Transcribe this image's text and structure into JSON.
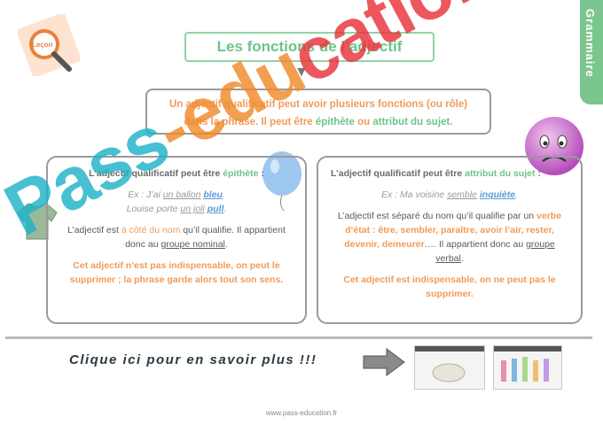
{
  "side_tab": {
    "label": "Grammaire"
  },
  "logo": {
    "text": "Leçon"
  },
  "title": "Les fonctions de l’adjectif",
  "intro": {
    "part1": "Un adjectif qualificatif peut avoir plusieurs fonctions (ou rôle)",
    "part2": "dans la phrase. Il peut être ",
    "epithete": "épithète",
    "ou": " ou ",
    "attribut": "attribut du sujet",
    "end": "."
  },
  "left_card": {
    "head_text": "L’adjectif qualificatif peut être ",
    "head_highlight": "épithète",
    "head_end": " :",
    "ex1_prefix": "Ex : J’ai ",
    "ex1_noun": "un ballon",
    "ex1_adj": "bleu",
    "ex1_end": ".",
    "ex2_prefix": "Louise porte ",
    "ex2_noun": "un joli",
    "ex2_adj": "pull",
    "ex2_end": ".",
    "p1_a": "L’adjectif est ",
    "p1_b": "à côté du nom",
    "p1_c": " qu’il qualifie. Il appartient donc au ",
    "p1_d": "groupe nominal",
    "p1_e": ".",
    "note": "Cet adjectif n’est pas indispensable, on peut le supprimer ; la phrase garde alors tout son sens."
  },
  "right_card": {
    "head_text": "L’adjectif qualificatif peut être ",
    "head_highlight": "attribut du sujet",
    "head_end": " :",
    "ex_prefix": "Ex : Ma voisine ",
    "ex_verb": "semble",
    "ex_adj": "inquiète",
    "ex_end": ".",
    "p1_a": "L’adjectif est séparé du nom qu’il qualifie par un ",
    "p1_b": "verbe d’état : être, sembler, paraître, avoir l’air, rester, devenir, demeurer",
    "p1_c": "…. Il appartient donc au ",
    "p1_d": "groupe verbal",
    "p1_e": ".",
    "note": "Cet adjectif est indispensable, on ne peut pas le supprimer."
  },
  "more_link": "Clique ici pour en savoir plus !!!",
  "watermark": {
    "part1": "Pass",
    "part2": "-edu",
    "part3": "cation"
  },
  "footer": "www.pass-education.fr",
  "colors": {
    "green": "#6cc489",
    "orange": "#f29a57",
    "blue": "#5b9bd5"
  }
}
